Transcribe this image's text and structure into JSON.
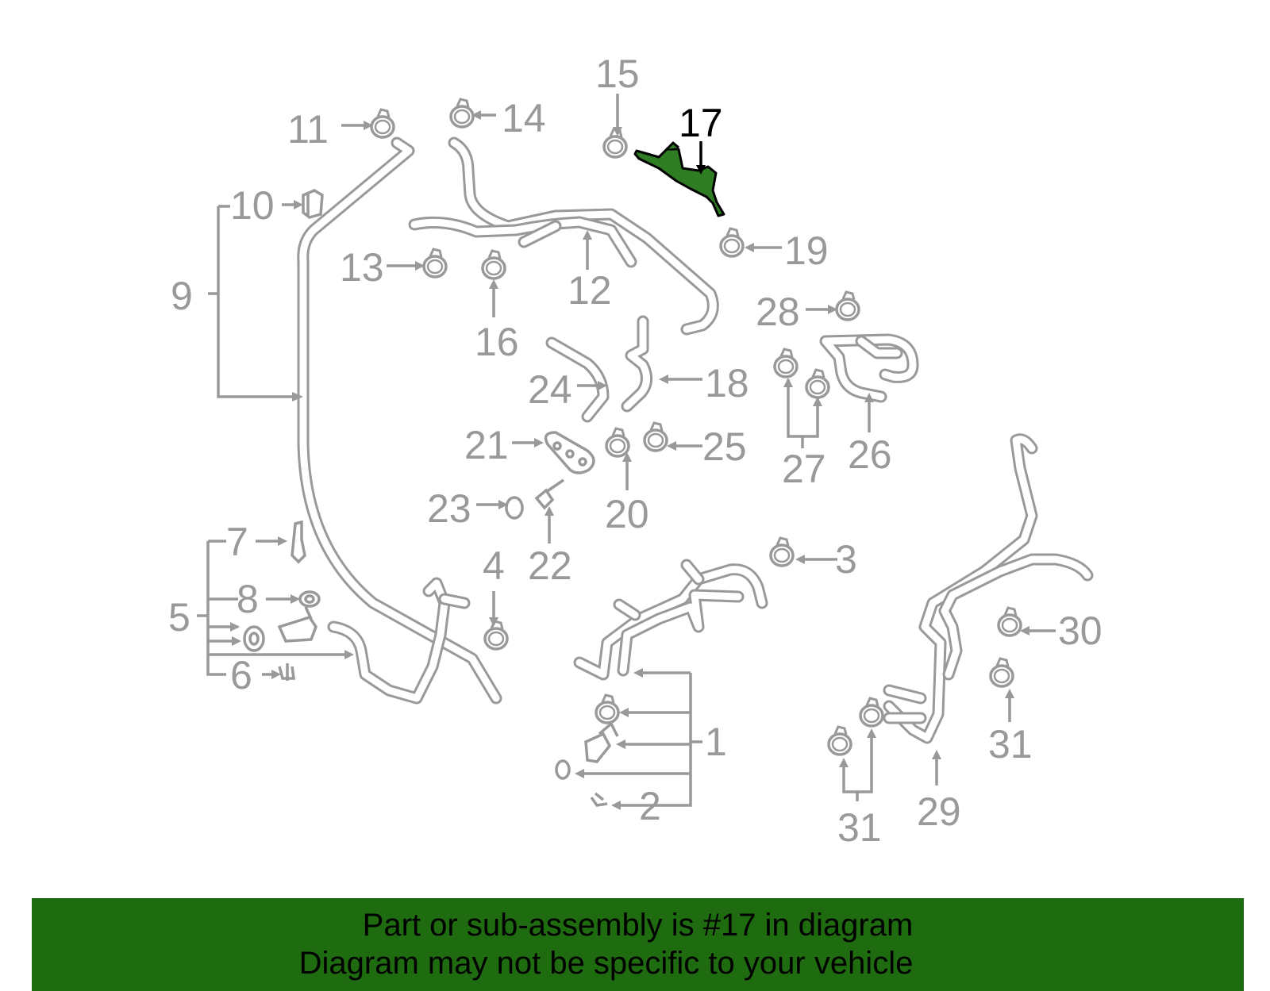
{
  "callouts": [
    {
      "id": "1",
      "label": "1"
    },
    {
      "id": "2",
      "label": "2"
    },
    {
      "id": "3",
      "label": "3"
    },
    {
      "id": "4",
      "label": "4"
    },
    {
      "id": "5",
      "label": "5"
    },
    {
      "id": "6",
      "label": "6"
    },
    {
      "id": "7",
      "label": "7"
    },
    {
      "id": "8",
      "label": "8"
    },
    {
      "id": "9",
      "label": "9"
    },
    {
      "id": "10",
      "label": "10"
    },
    {
      "id": "11",
      "label": "11"
    },
    {
      "id": "12",
      "label": "12"
    },
    {
      "id": "13",
      "label": "13"
    },
    {
      "id": "14",
      "label": "14"
    },
    {
      "id": "15",
      "label": "15"
    },
    {
      "id": "16",
      "label": "16"
    },
    {
      "id": "17",
      "label": "17"
    },
    {
      "id": "18",
      "label": "18"
    },
    {
      "id": "19",
      "label": "19"
    },
    {
      "id": "20",
      "label": "20"
    },
    {
      "id": "21",
      "label": "21"
    },
    {
      "id": "22",
      "label": "22"
    },
    {
      "id": "23",
      "label": "23"
    },
    {
      "id": "24",
      "label": "24"
    },
    {
      "id": "25",
      "label": "25"
    },
    {
      "id": "26",
      "label": "26"
    },
    {
      "id": "27",
      "label": "27"
    },
    {
      "id": "28",
      "label": "28"
    },
    {
      "id": "29",
      "label": "29"
    },
    {
      "id": "30",
      "label": "30"
    },
    {
      "id": "31a",
      "label": "31"
    },
    {
      "id": "31b",
      "label": "31"
    }
  ],
  "highlighted_part": "17",
  "colors": {
    "highlight_fill": "#2e7d22",
    "banner_bg": "#1f6b10",
    "line_gray": "#999999"
  },
  "banner": {
    "line1": "Part or sub-assembly is #17 in diagram",
    "line2": "Diagram may not be specific to your vehicle"
  }
}
